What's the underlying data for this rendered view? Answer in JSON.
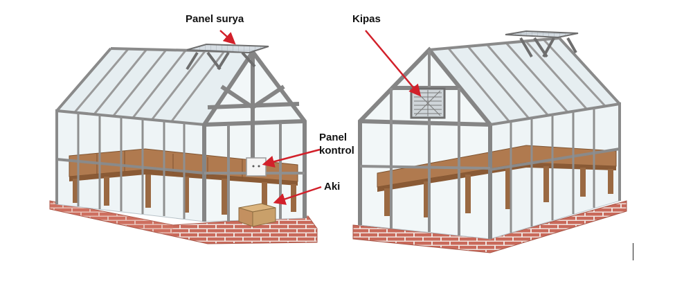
{
  "labels": {
    "solar_panel": "Panel surya",
    "fan": "Kipas",
    "control_panel_line1": "Panel",
    "control_panel_line2": "kontrol",
    "battery": "Aki"
  },
  "colors": {
    "frame": "#8a8a8a",
    "frame_dark": "#6e6e6e",
    "glass": "#eef4f6",
    "wood": "#b07a4f",
    "wood_dark": "#8a5a35",
    "brick": "#c9695a",
    "mortar": "#efe3df",
    "arrow": "#d2202a",
    "box": "#c9a06a"
  }
}
